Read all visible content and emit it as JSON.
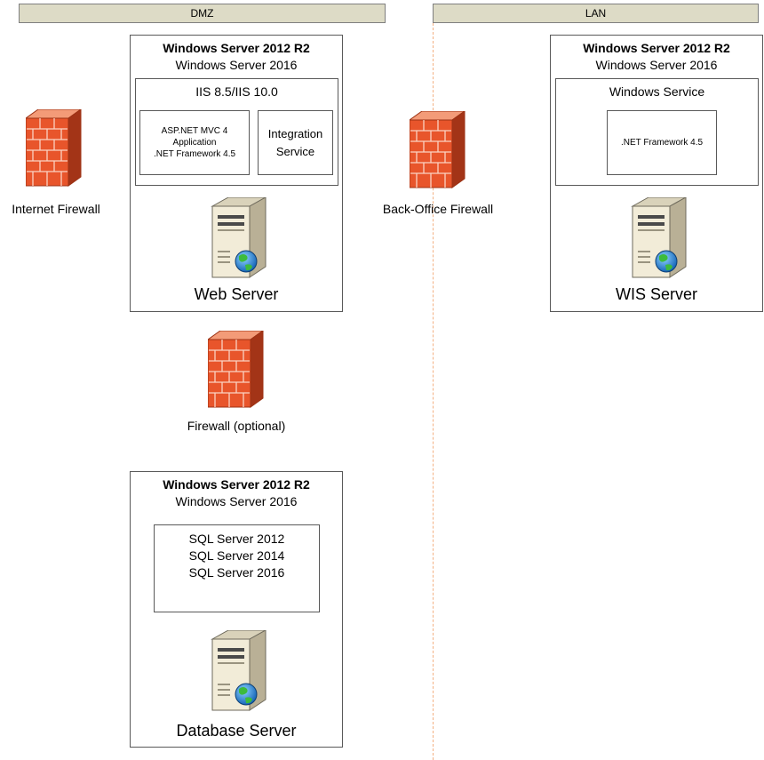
{
  "zones": {
    "dmz": "DMZ",
    "lan": "LAN"
  },
  "firewalls": {
    "internet": "Internet Firewall",
    "back_office": "Back-Office Firewall",
    "optional": "Firewall (optional)"
  },
  "web_server": {
    "os_line1": "Windows Server 2012 R2",
    "os_line2": "Windows Server 2016",
    "iis_label": "IIS 8.5/IIS 10.0",
    "app_text": "ASP.NET MVC 4\nApplication\n.NET Framework 4.5",
    "integration_text": "Integration\nService",
    "name": "Web Server"
  },
  "wis_server": {
    "os_line1": "Windows Server 2012 R2",
    "os_line2": "Windows Server 2016",
    "service_label": "Windows Service",
    "framework_text": ".NET Framework 4.5",
    "name": "WIS Server"
  },
  "db_server": {
    "os_line1": "Windows Server 2012 R2",
    "os_line2": "Windows Server 2016",
    "sql_text": "SQL Server 2012\nSQL Server 2014\nSQL Server 2016",
    "name": "Database Server"
  },
  "icons": {
    "firewall": "firewall-brick-wall-icon",
    "server": "server-tower-globe-icon"
  },
  "colors": {
    "zone_header_bg": "#dddbc6",
    "divider": "#f4b183",
    "firewall_front": "#e8552b",
    "firewall_side": "#a33417"
  }
}
